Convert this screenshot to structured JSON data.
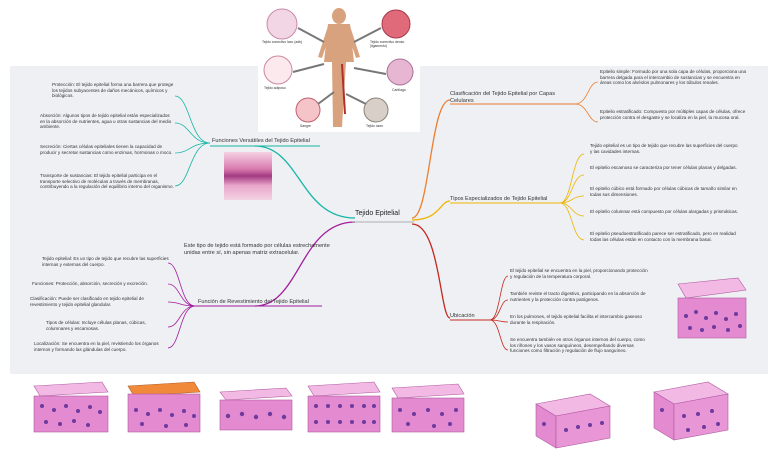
{
  "title": "Tejido Epitelial",
  "intro": "Este tipo de tejido está formado por células estrechamente unidas entre sí, sin apenas matriz extracelular.",
  "top_image_labels": {
    "conectivo_laxo": "Tejido conectivo laxo (adb)",
    "conectivo_denso": "Tejido conectivo denso (ligamento)",
    "adiposo": "Tejido adiposo",
    "sangre": "Sangre",
    "cartilago": "Cartílago",
    "oseo": "Tejido óseo"
  },
  "branches": {
    "funciones": {
      "label": "Funciones Versátiles del Tejido Epitelial",
      "items": [
        "Protección: El tejido epitelial forma una barrera que protege los tejidos subyacentes de daños mecánicos, químicos y biológicos.",
        "Absorción: Algunos tipos de tejido epitelial están especializados en la absorción de nutrientes, agua u otras sustancias del medio ambiente.",
        "Secreción: Ciertas células epiteliales tienen la capacidad de producir y secretar sustancias como enzimas, hormonas o moco.",
        "Transporte de sustancias: El tejido epitelial participa en el transporte selectivo de moléculas a través de membranas, contribuyendo a la regulación del equilibrio interno del organismo."
      ]
    },
    "revestimiento": {
      "label": "Función de Revestimiento del Tejido Epitelial",
      "items": [
        "Tejido epitelial: Es un tipo de tejido que recubre las superficies internas y externas del cuerpo.",
        "Funciones: Protección, absorción, secreción y excreción.",
        "Clasificación: Puede ser clasificado en tejido epitelial de revestimiento y tejido epitelial glandular.",
        "Tipos de células: Incluye células planas, cúbicas, columnares y escamosas.",
        "Localización: Se encuentra en la piel, revistiendo los órganos internos y formando las glándulas del cuerpo."
      ]
    },
    "clasificacion": {
      "label": "Clasificación del Tejido Epitelial por Capas Celulares",
      "items": [
        "Epitelio simple: Formado por una sola capa de células, proporciona una barrera delgada para el intercambio de sustancias y se encuentra en áreas como los alvéolos pulmonares y los túbulos renales.",
        "Epitelio estratificado: Compuesto por múltiples capas de células, ofrece protección contra el desgaste y se localiza en la piel, la mucosa oral."
      ]
    },
    "tipos": {
      "label": "Tipos Especializados de Tejido Epitelial",
      "items": [
        "Tejido epitelial es un tipo de tejido que recubre las superficies del cuerpo y las cavidades internas.",
        "El epitelio escamoso se caracteriza por tener células planas y delgadas.",
        "El epitelio cúbico está formado por células cúbicas de tamaño similar en todas sus dimensiones.",
        "El epitelio columnar está compuesto por células alargadas y prismáticas.",
        "El epitelio pseudoestratificado parece ser estratificado, pero en realidad todas las células están en contacto con la membrana basal."
      ]
    },
    "ubicacion": {
      "label": "Ubicación",
      "items": [
        "El tejido epitelial se encuentra en la piel, proporcionando protección y regulación de la temperatura corporal.",
        "También reviste el tracto digestivo, participando en la absorción de nutrientes y la protección contra patógenos.",
        "En los pulmones, el tejido epitelial facilita el intercambio gaseoso durante la respiración.",
        "Se encuentra también en otros órganos internos del cuerpo, como los riñones y los vasos sanguíneos, desempeñando diversas funciones como filtración y regulación de flujo sanguíneo."
      ]
    }
  },
  "colors": {
    "funciones": "#16b6a6",
    "revestimiento": "#a31c9c",
    "clasificacion": "#ee7d2c",
    "tipos": "#f0b400",
    "ubicacion": "#c4271d",
    "tissue_pink": "#e79ad6",
    "tissue_purple": "#6d3a9e"
  }
}
